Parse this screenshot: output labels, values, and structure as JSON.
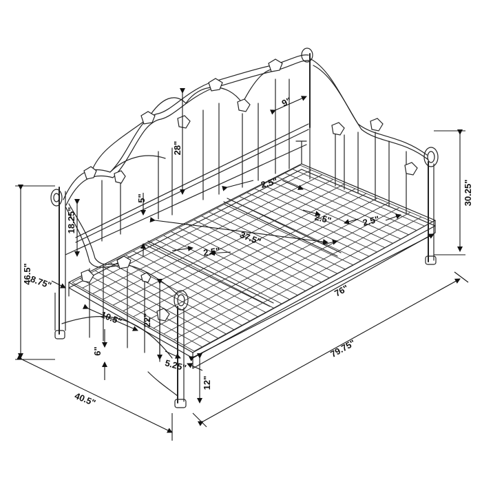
{
  "dimensions": {
    "height_total": "46.5\"",
    "depth_total": "40.5\"",
    "length_total": "79.75\"",
    "length_inner": "76\"",
    "arm_height": "30.25\"",
    "back_rail_height": "28\"",
    "arm_panel": "18.25\"",
    "front_panel": "22\"",
    "leg_height": "12\"",
    "leg_width": "5.25\"",
    "ground_clear": "6\"",
    "arm_inset": "8.75\"",
    "arm_depth": "10.5\"",
    "top_gap": "9\"",
    "slat_gap_top": "5\"",
    "deck_span": "37.5\"",
    "slat_a": "2.5\"",
    "slat_b": "2.5\"",
    "slat_c": "2.5\"",
    "slat_d": "2.5\""
  },
  "colors": {
    "line": "#222222",
    "background": "#ffffff"
  }
}
